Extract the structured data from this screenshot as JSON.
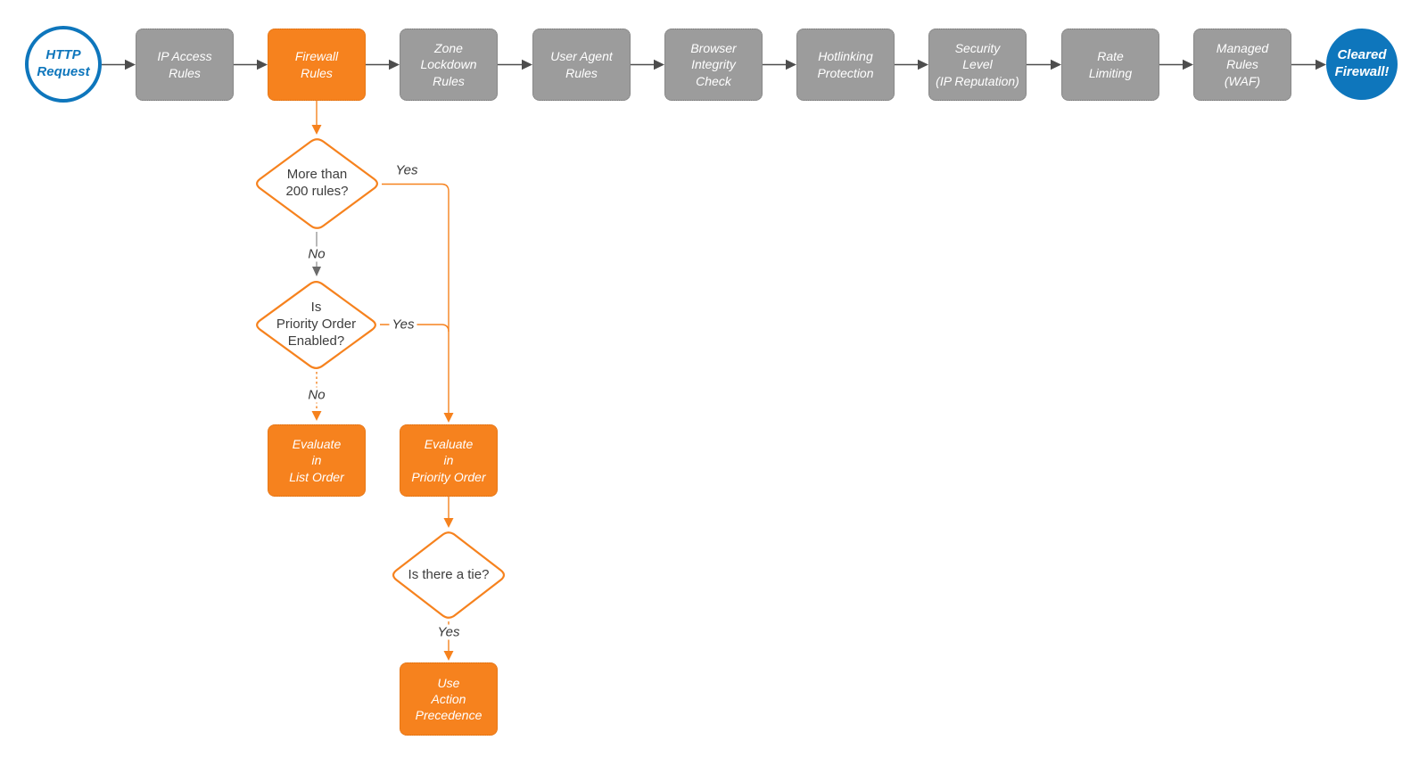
{
  "colors": {
    "accent_orange": "#F6821E",
    "node_gray": "#9C9C9C",
    "brand_blue": "#0E76BC",
    "connector_dark": "#4D4D4D"
  },
  "pipeline": {
    "nodes": [
      {
        "id": "http-request",
        "label": "HTTP\nRequest"
      },
      {
        "id": "ip-access-rules",
        "label": "IP Access\nRules"
      },
      {
        "id": "firewall-rules",
        "label": "Firewall\nRules"
      },
      {
        "id": "zone-lockdown",
        "label": "Zone\nLockdown\nRules"
      },
      {
        "id": "user-agent",
        "label": "User Agent\nRules"
      },
      {
        "id": "browser-integrity",
        "label": "Browser\nIntegrity\nCheck"
      },
      {
        "id": "hotlinking",
        "label": "Hotlinking\nProtection"
      },
      {
        "id": "security-level",
        "label": "Security\nLevel\n(IP Reputation)"
      },
      {
        "id": "rate-limiting",
        "label": "Rate\nLimiting"
      },
      {
        "id": "managed-rules",
        "label": "Managed\nRules\n(WAF)"
      },
      {
        "id": "cleared-firewall",
        "label": "Cleared\nFirewall!"
      }
    ]
  },
  "decisions": {
    "more_than_200": "More than\n200 rules?",
    "priority_enabled": "Is\nPriority Order\nEnabled?",
    "tie": "Is there a tie?"
  },
  "actions": {
    "list_order": "Evaluate\nin\nList Order",
    "priority_order": "Evaluate\nin\nPriority Order",
    "action_precedence": "Use\nAction\nPrecedence"
  },
  "edge_labels": {
    "d1_yes": "Yes",
    "d1_no": "No",
    "d2_yes": "Yes",
    "d2_no": "No",
    "d3_yes": "Yes"
  }
}
